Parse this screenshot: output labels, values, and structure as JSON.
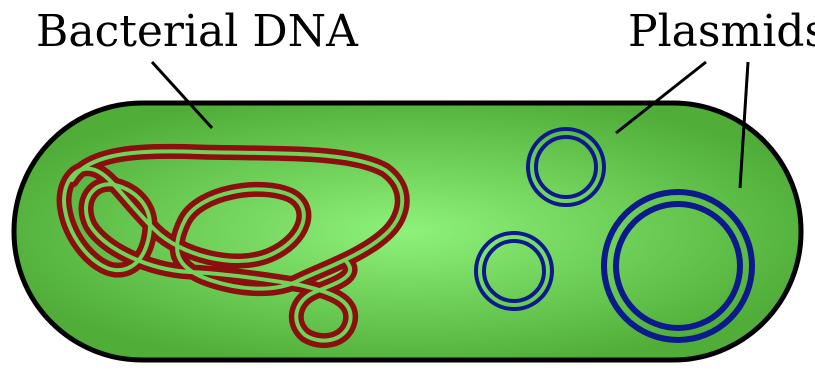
{
  "labels": {
    "bacterial_dna": "Bacterial DNA",
    "plasmids": "Plasmids"
  },
  "colors": {
    "cell_center": "#8ef27a",
    "cell_edge": "#4fad38",
    "cell_outline": "#000000",
    "chromosome": "#8b0f0f",
    "plasmid": "#0d1a8c",
    "leader_line": "#000000"
  },
  "parts": {
    "cell": "cell-body",
    "chromosome": "bacterial-chromosome",
    "plasmids": [
      "plasmid-small-top",
      "plasmid-small-bottom",
      "plasmid-large"
    ]
  }
}
